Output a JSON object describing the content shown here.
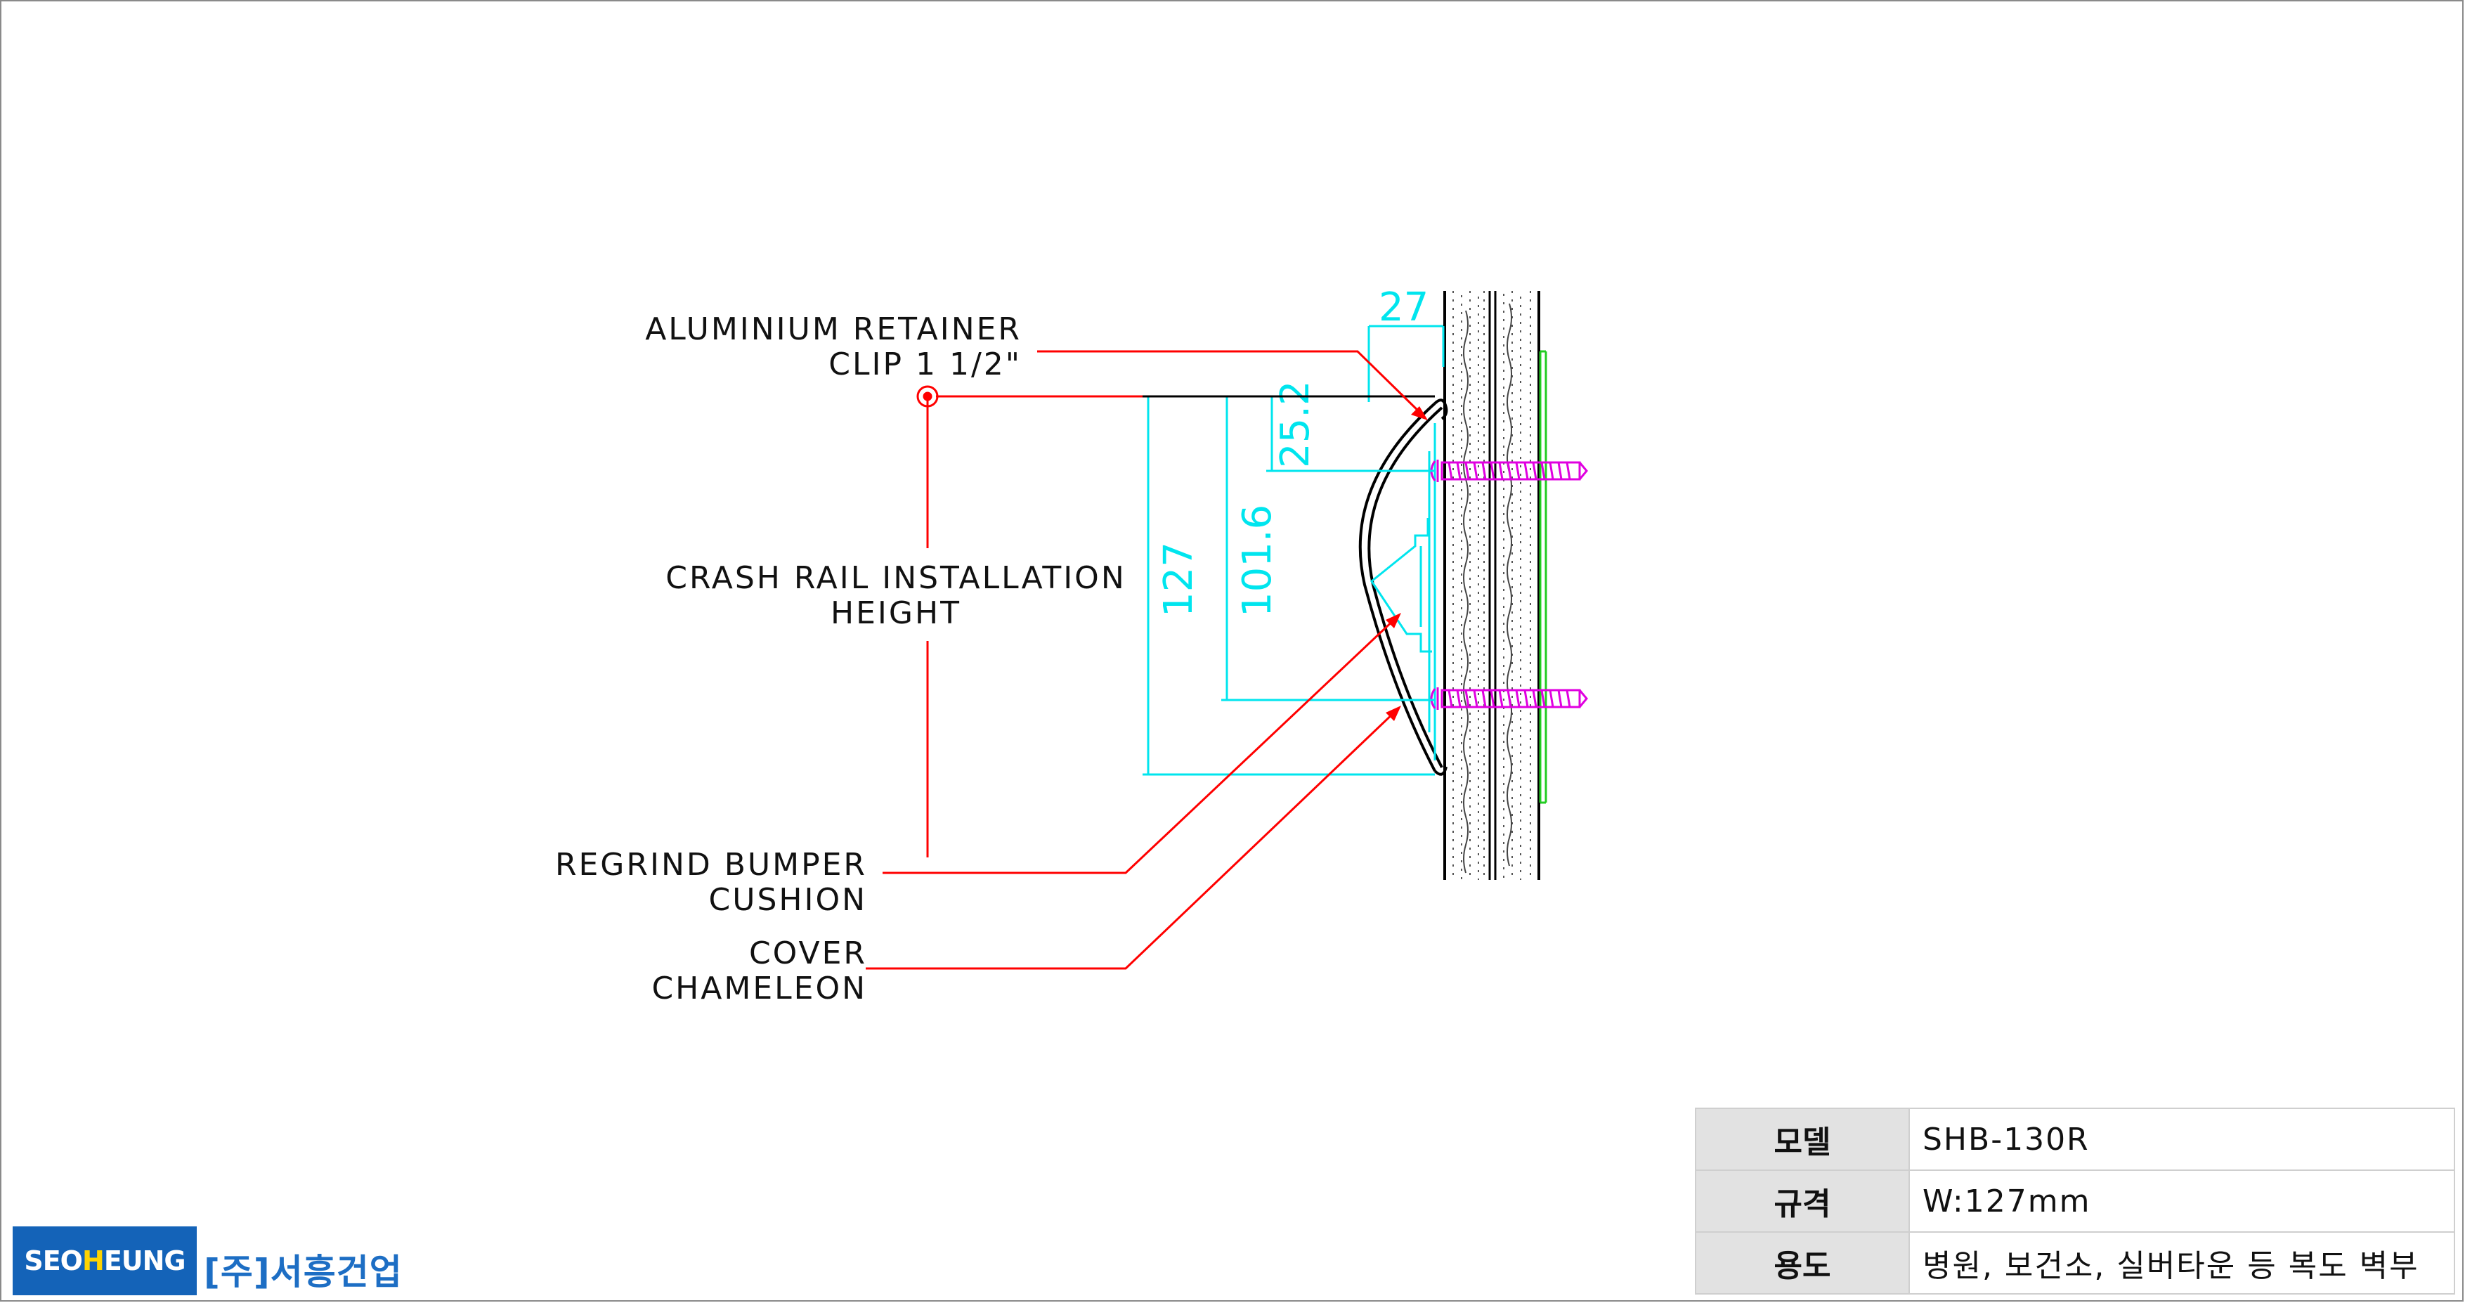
{
  "callouts": {
    "retainer_line1": "ALUMINIUM RETAINER",
    "retainer_line2": "CLIP 1 1/2\"",
    "height_line1": "CRASH RAIL INSTALLATION",
    "height_line2": "HEIGHT",
    "cushion_line1": "REGRIND BUMPER",
    "cushion_line2": "CUSHION",
    "cover_line1": "COVER",
    "cover_line2": "CHAMELEON"
  },
  "dimensions": {
    "top_offset": "27",
    "upper_screw": "25.2",
    "total_height": "127",
    "screw_spacing": "101.6"
  },
  "spec_table": {
    "rows": [
      {
        "key": "모델",
        "value": "SHB-130R"
      },
      {
        "key": "규격",
        "value": "W:127mm"
      },
      {
        "key": "용도",
        "value": "병원, 보건소, 실버타운 등 복도 벽부"
      }
    ]
  },
  "logo": {
    "text_before": "SEO",
    "highlight": "H",
    "text_after": "EUNG",
    "company": "[주]서흥건업"
  },
  "colors": {
    "leader": "#ff0000",
    "dimension": "#00e5ee",
    "screw": "#e000e0",
    "wall_finish": "#22cc22",
    "brand": "#1463b8"
  }
}
